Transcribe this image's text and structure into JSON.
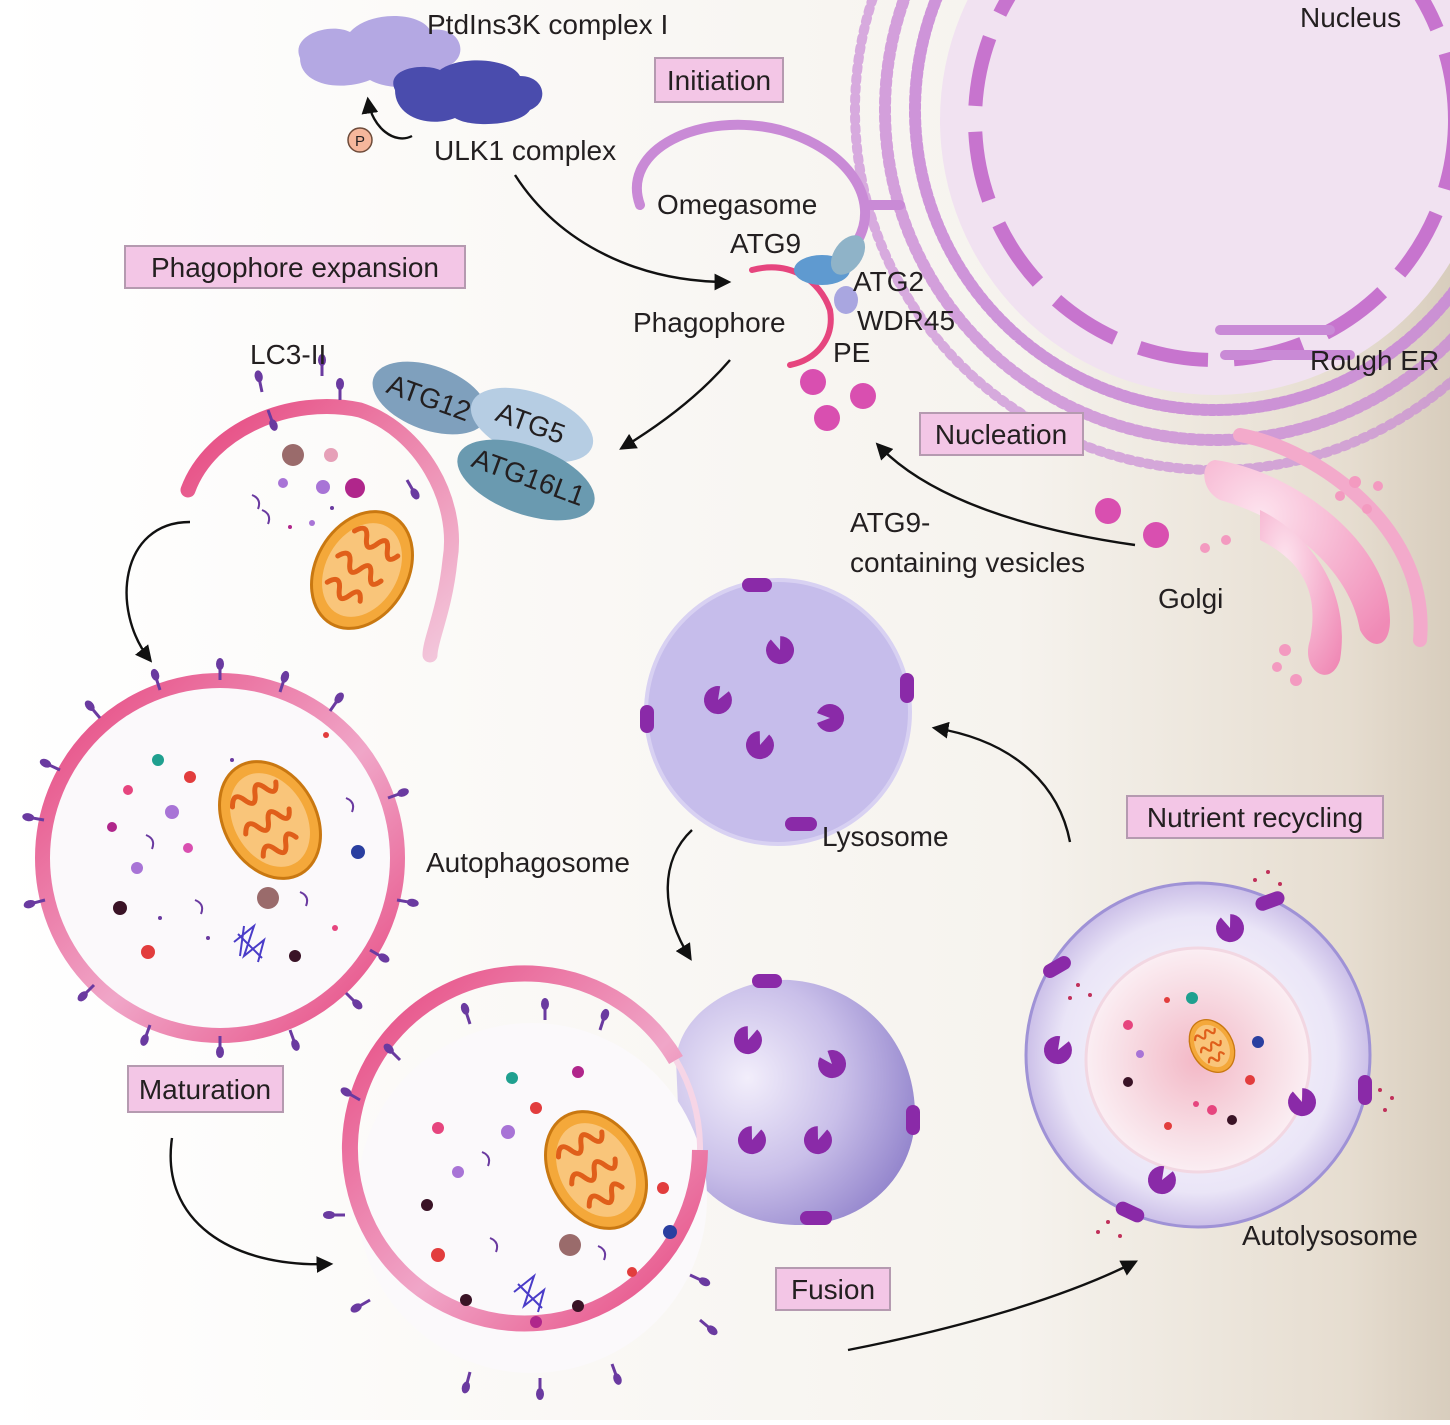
{
  "stages": {
    "initiation": "Initiation",
    "phagophore_expansion": "Phagophore expansion",
    "nucleation": "Nucleation",
    "maturation": "Maturation",
    "fusion": "Fusion",
    "nutrient_recycling": "Nutrient recycling"
  },
  "labels": {
    "ptdins3k": "PtdIns3K complex I",
    "ulk1": "ULK1 complex",
    "phospho": "P",
    "nucleus": "Nucleus",
    "omegasome": "Omegasome",
    "atg9": "ATG9",
    "atg2": "ATG2",
    "wdr45": "WDR45",
    "phagophore": "Phagophore",
    "pe": "PE",
    "rough_er": "Rough ER",
    "lc3": "LC3-II",
    "atg12": "ATG12",
    "atg5": "ATG5",
    "atg16l1": "ATG16L1",
    "atg9_vesicles_line1": "ATG9-",
    "atg9_vesicles_line2": "containing vesicles",
    "golgi": "Golgi",
    "lysosome": "Lysosome",
    "autophagosome": "Autophagosome",
    "autolysosome": "Autolysosome"
  },
  "colors": {
    "stage_box_fill": "#f3c6e6",
    "er_membrane": "#c98ad6",
    "nucleus_fill": "#f1e2f1",
    "autophagosome_membrane": "#e6457e",
    "lysosome_fill": "#c6bdeb",
    "enzyme": "#8a2aa8",
    "mitochondrion": "#f4a83a",
    "lc3_marker": "#6a3aa0",
    "golgi": "#f39ac0"
  }
}
